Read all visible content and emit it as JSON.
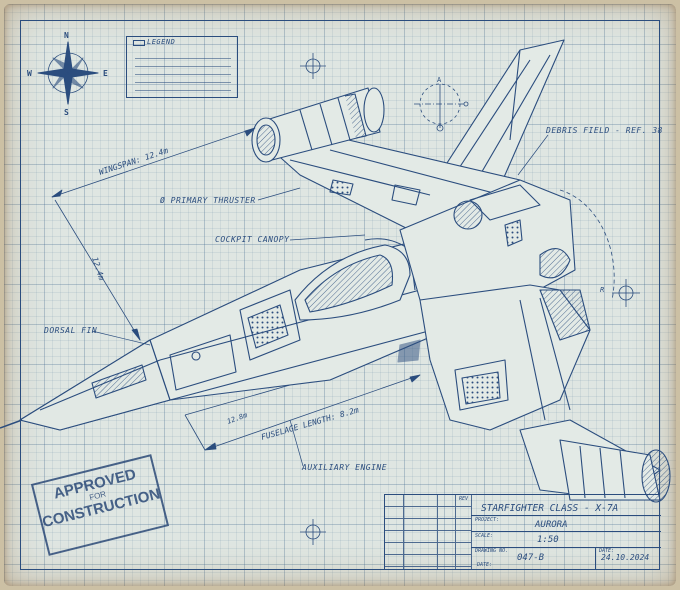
{
  "compass": {
    "n": "N",
    "s": "S",
    "e": "E",
    "w": "W"
  },
  "legend": {
    "title": "LEGEND"
  },
  "detail_marker": {
    "label_a": "A",
    "label_r": "R"
  },
  "callouts": {
    "wingspan": "WINGSPAN: 12.4m",
    "primary_thruster": "Ø  PRIMARY THRUSTER",
    "cockpit_canopy": "COCKPIT CANOPY",
    "debris_field": "DEBRIS FIELD - REF. 38",
    "dim_vertical": "12.4m",
    "dorsal_fin": "DORSAL FIN",
    "dim_small": "12.8m",
    "fuselage_length": "FUSELAGE LENGTH: 8.2m",
    "auxiliary_engine": "AUXILIARY ENGINE"
  },
  "stamp": {
    "line1": "APPROVED",
    "line2": "FOR",
    "line3": "CONSTRUCTION"
  },
  "title_block": {
    "title": "STARFIGHTER CLASS - X-7A",
    "project_label": "PROJECT:",
    "project": "AURORA",
    "scale_label": "SCALE:",
    "scale": "1:50",
    "drawing_label": "DRAWING NO.",
    "drawing_no": "047-B",
    "date_label": "DATE:",
    "date": "24.10.2024",
    "date_label2": "DATE:",
    "rev_label": "REV"
  },
  "colors": {
    "ink": "#2b4d7e",
    "paper": "#dfe6e2",
    "edge": "#ccc0a4"
  }
}
